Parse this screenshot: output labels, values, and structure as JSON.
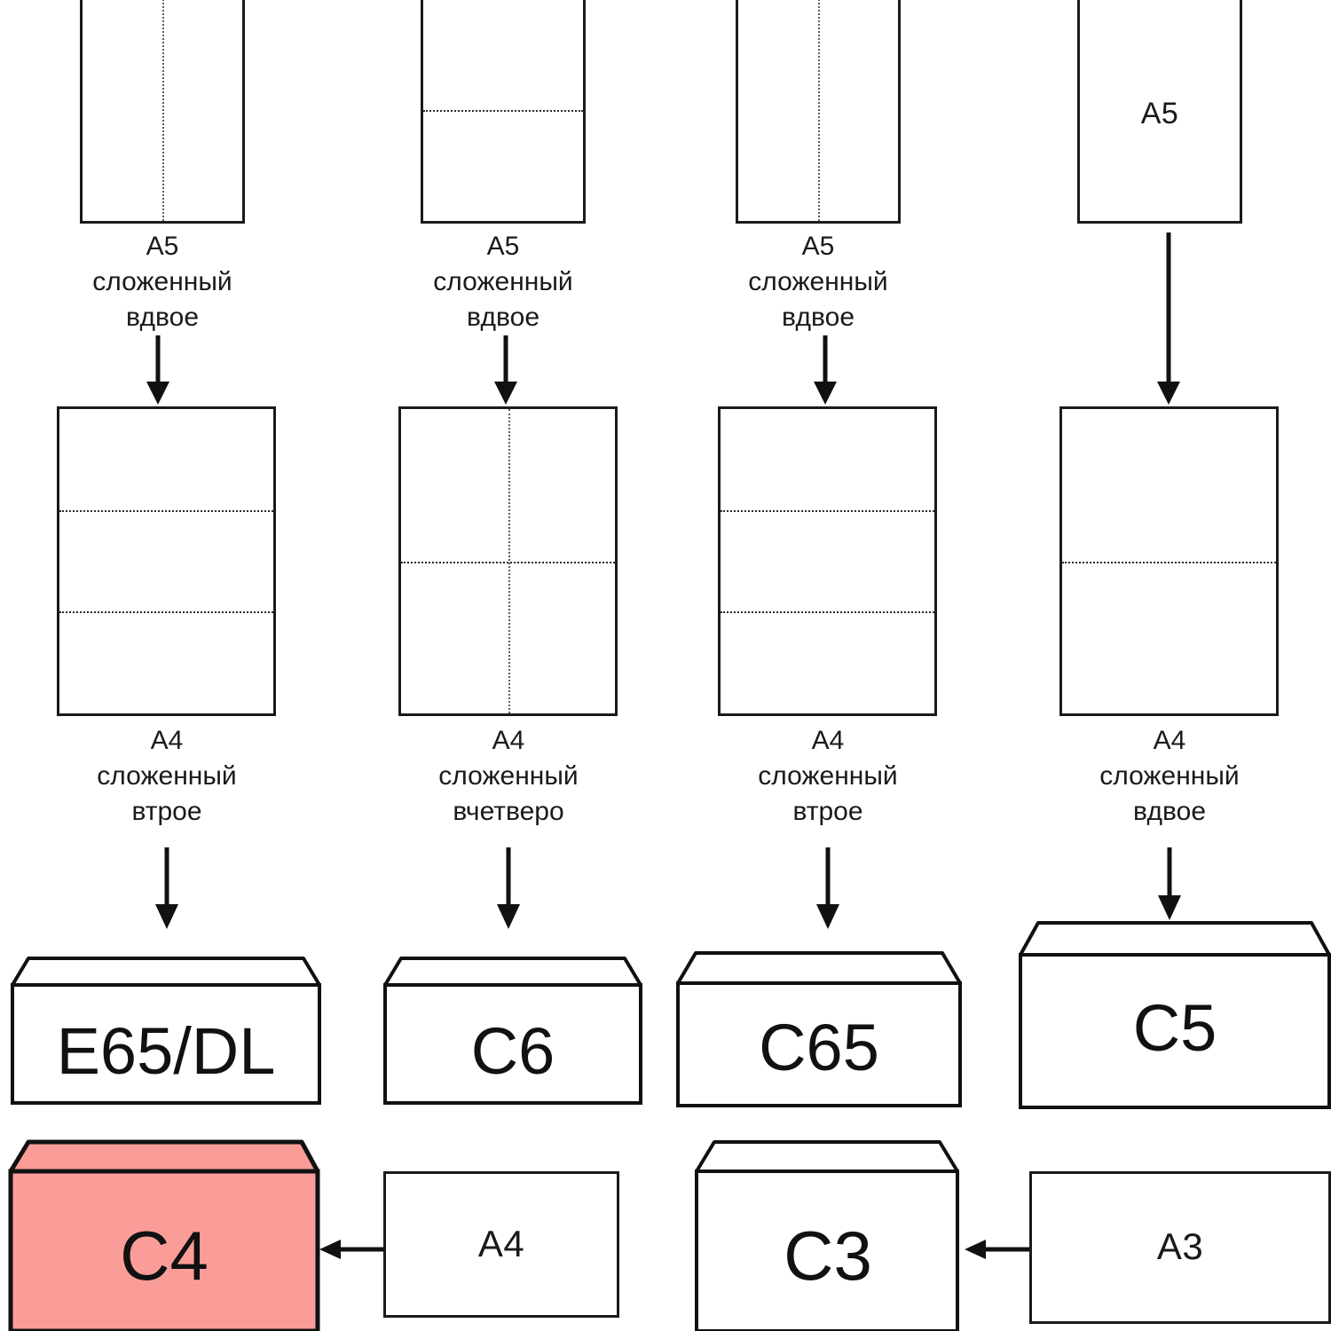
{
  "diagram": {
    "title": "Envelope formats from folded paper sizes",
    "colors": {
      "stroke": "#1a1a1a",
      "fold": "#2b2b2b",
      "paper_fill": "#ffffff",
      "highlight_fill": "#fa9d98",
      "background": "#ffffff"
    },
    "columns": [
      {
        "id": "col-1",
        "top": {
          "shape": "portrait-sheet",
          "label": "",
          "folds": [
            "vertical-center"
          ]
        },
        "top_caption": "А5\nсложенный\nвдвое",
        "middle": {
          "shape": "portrait-sheet",
          "label": "",
          "folds": [
            "horizontal-third-1",
            "horizontal-third-2"
          ]
        },
        "middle_caption": "А4\nсложенный\nвтрое",
        "envelope": {
          "label": "E65/DL",
          "highlight": false
        }
      },
      {
        "id": "col-2",
        "top": {
          "shape": "portrait-sheet",
          "label": "",
          "folds": [
            "horizontal-center"
          ]
        },
        "top_caption": "А5\nсложенный\nвдвое",
        "middle": {
          "shape": "portrait-sheet",
          "label": "",
          "folds": [
            "vertical-center",
            "horizontal-center"
          ]
        },
        "middle_caption": "А4\nсложенный\nвчетверо",
        "envelope": {
          "label": "C6",
          "highlight": false
        }
      },
      {
        "id": "col-3",
        "top": {
          "shape": "portrait-sheet",
          "label": "",
          "folds": [
            "vertical-center"
          ]
        },
        "top_caption": "А5\nсложенный\nвдвое",
        "middle": {
          "shape": "portrait-sheet",
          "label": "",
          "folds": [
            "horizontal-third-1",
            "horizontal-third-2"
          ]
        },
        "middle_caption": "А4\nсложенный\nвтрое",
        "envelope": {
          "label": "C65",
          "highlight": false
        }
      },
      {
        "id": "col-4",
        "top": {
          "shape": "portrait-sheet",
          "label": "А5",
          "folds": []
        },
        "top_caption": "",
        "middle": {
          "shape": "portrait-sheet",
          "label": "",
          "folds": [
            "horizontal-center"
          ]
        },
        "middle_caption": "А4\nсложенный\nвдвое",
        "envelope": {
          "label": "C5",
          "highlight": false
        }
      }
    ],
    "bottom_row": [
      {
        "id": "c4-envelope",
        "kind": "envelope",
        "label": "C4",
        "highlight": true
      },
      {
        "id": "a4-sheet",
        "kind": "sheet",
        "label": "А4",
        "highlight": false
      },
      {
        "id": "c3-envelope",
        "kind": "envelope",
        "label": "C3",
        "highlight": false
      },
      {
        "id": "a3-sheet",
        "kind": "sheet",
        "label": "А3",
        "highlight": false
      }
    ],
    "arrows": {
      "down_glyph": "arrow-down",
      "left_glyph": "arrow-left"
    }
  }
}
